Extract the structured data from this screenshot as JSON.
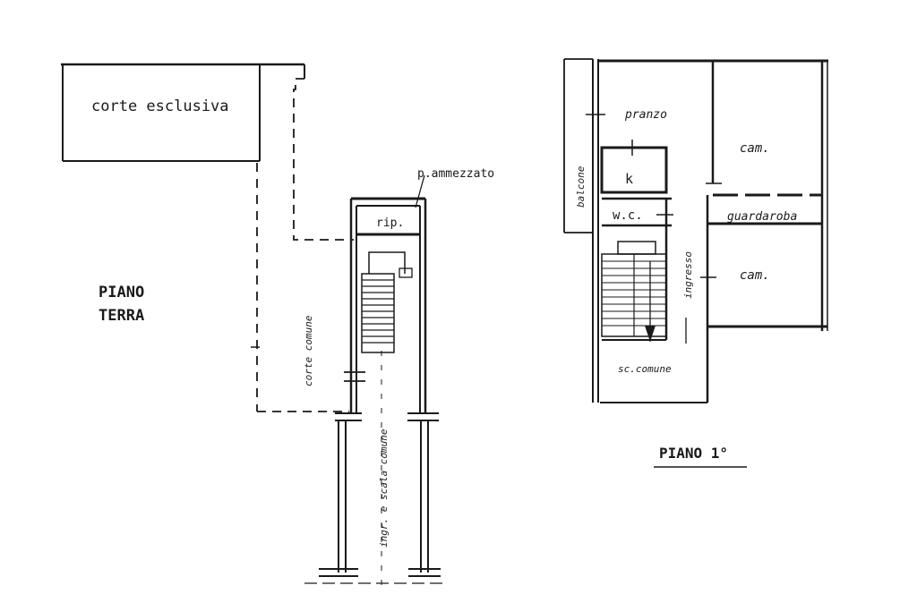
{
  "ground_floor": {
    "title_line1": "PIANO",
    "title_line2": "TERRA",
    "corte_esclusiva": "corte esclusiva",
    "corte_comune": "corte comune",
    "ripostiglio": "rip.",
    "ammezzato": "p.ammezzato",
    "ingresso": "ingr. e scala comune"
  },
  "first_floor": {
    "title": "PIANO 1°",
    "balcone": "balcone",
    "pranzo": "pranzo",
    "camera1": "cam.",
    "camera2": "cam.",
    "guardaroba": "guardaroba",
    "kitchen": "k",
    "wc": "w.c.",
    "ingresso": "ingresso",
    "scala_comune": "sc.comune"
  },
  "colors": {
    "ink": "#1a1a1a",
    "paper": "#ffffff"
  }
}
